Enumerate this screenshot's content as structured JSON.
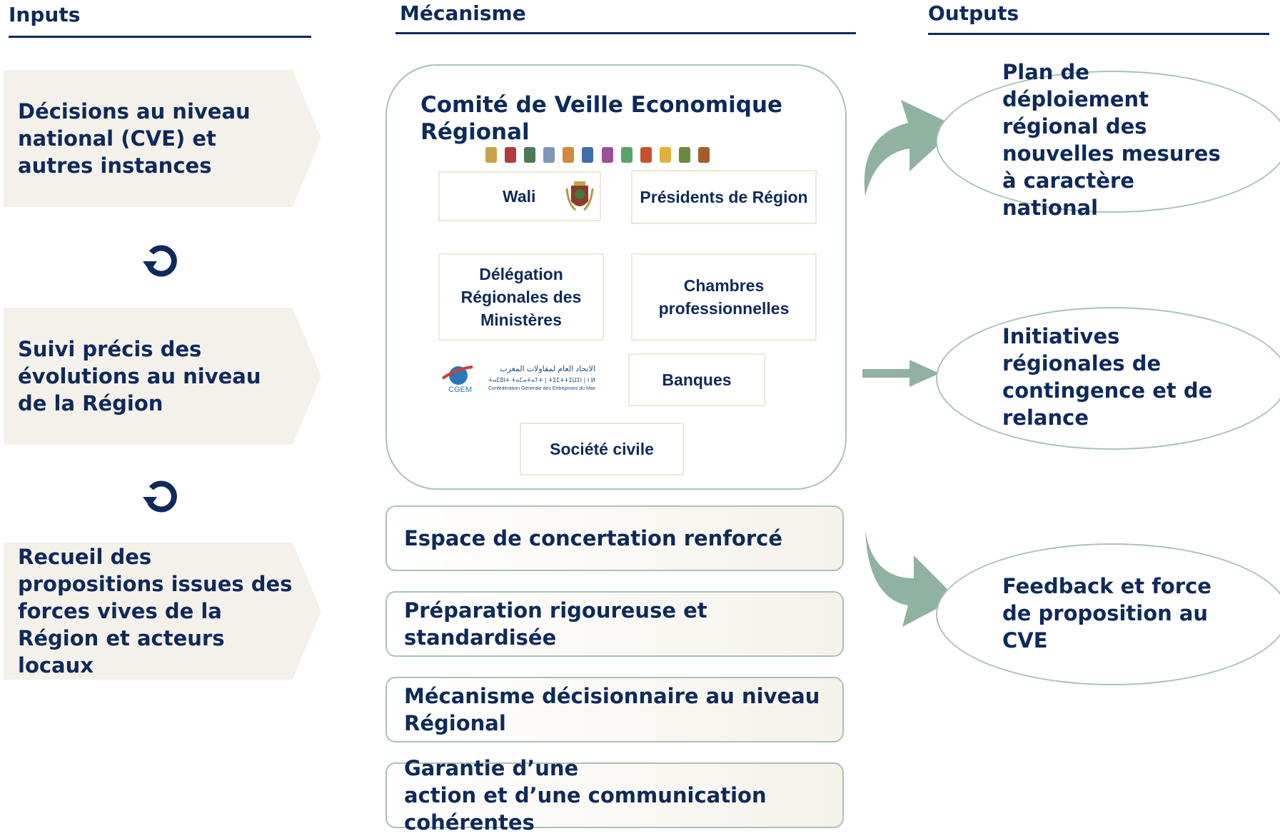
{
  "headers": {
    "inputs": "Inputs",
    "mechanism": "Mécanisme",
    "outputs": "Outputs"
  },
  "inputs": [
    "Décisions au niveau national (CVE) et autres instances",
    "Suivi précis des évolutions au niveau de la Région",
    "Recueil des propositions issues des forces vives de la Région et acteurs locaux"
  ],
  "committee": {
    "title": "Comité de Veille Economique Régional",
    "members": {
      "wali": "Wali",
      "presidents": "Présidents de Région",
      "delegation": "Délégation Régionales des Ministères",
      "chambres": "Chambres professionnelles",
      "banques": "Banques",
      "societe": "Société civile"
    },
    "cgem": {
      "logo_text": "CGEM",
      "arabic": "الاتحاد العام لمقاولات المغرب",
      "tifinagh": "ⵜⴰⵎⵓⵏⵜ ⵜⴰⵎⴰⵜⴰⵢⵜ | ⵜⵉⵎⵜⵜⵉⵡⵉⵏ | ⵏ ⵍⵎⵖⵔⵉⴱ",
      "french": "Confédération Générale des Entreprises du Maroc"
    }
  },
  "mechanisms": [
    "Espace de concertation renforcé",
    "Préparation rigoureuse et standardisée",
    "Mécanisme décisionnaire au niveau Régional",
    "Garantie d’une\naction et d’une communication cohérentes"
  ],
  "outputs": [
    "Plan de déploiement régional des nouvelles mesures à caractère national",
    "Initiatives régionales de contingence et de relance",
    "Feedback et force de proposition au CVE"
  ],
  "icons": [
    "cycle-arrow-icon",
    "coat-of-arms-icon",
    "cgem-globe-icon",
    "curved-arrow-icon",
    "straight-arrow-icon"
  ],
  "colors": {
    "navy": "#0e2a5c",
    "sage": "#8fb3a0",
    "chevron": "#f4f1ea",
    "border": "#a9c3b3"
  }
}
